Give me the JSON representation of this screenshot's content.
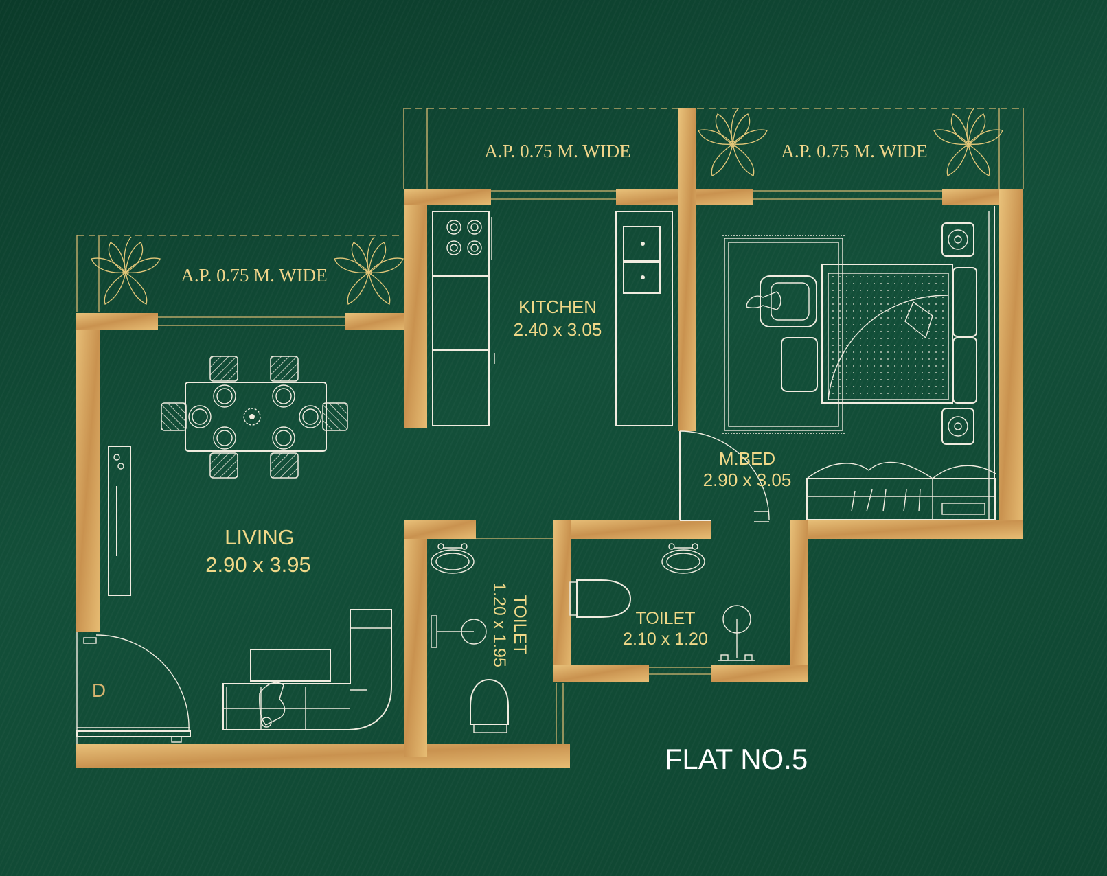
{
  "balconies": [
    {
      "label": "A.P. 0.75 M. WIDE"
    },
    {
      "label": "A.P. 0.75 M. WIDE"
    },
    {
      "label": "A.P. 0.75 M. WIDE"
    }
  ],
  "rooms": {
    "kitchen": {
      "name": "KITCHEN",
      "size": "2.40 x 3.05"
    },
    "master_bed": {
      "name": "M.BED",
      "size": "2.90 x 3.05"
    },
    "living": {
      "name": "LIVING",
      "size": "2.90 x 3.95"
    },
    "toilet_1": {
      "name": "TOILET",
      "size": "1.20 x 1.95"
    },
    "toilet_2": {
      "name": "TOILET",
      "size": "2.10 x 1.20"
    }
  },
  "door_label": "D",
  "flat_label": "FLAT NO.5",
  "colors": {
    "background": "#0f4a34",
    "wall_gold": "#d8a862",
    "text_gold": "#f0d888",
    "furniture_line": "#f1ece0"
  }
}
